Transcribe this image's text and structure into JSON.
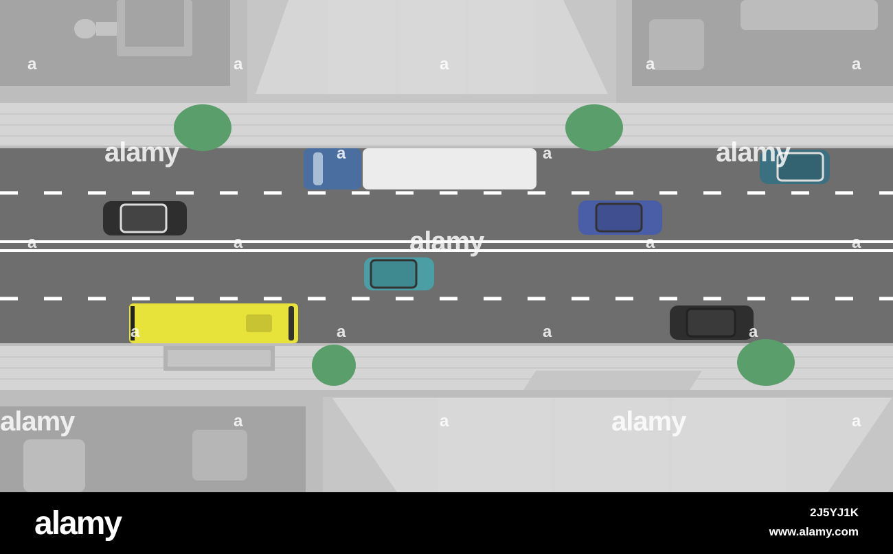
{
  "scene": {
    "description_icons": [
      "road-icon",
      "car-icon",
      "bus-icon",
      "truck-icon",
      "tree-icon",
      "building-icon"
    ],
    "colors": {
      "road": "#6e6e6e",
      "lane_marking": "#ffffff",
      "sidewalk": "#d3d3d3",
      "building_roof": "#b8b8b8",
      "tree": "#5a9e6b",
      "bus": "#e8e33a",
      "truck_cab": "#4a6ea0",
      "car_black": "#2e2e2e",
      "car_blue": "#4a5ea8",
      "car_teal": "#4a9ea4",
      "car_dark_teal": "#3a7080"
    }
  },
  "watermark": {
    "text": "alamy",
    "small_text": "a"
  },
  "footer": {
    "logo": "alamy",
    "image_id": "2J5YJ1K",
    "url": "www.alamy.com"
  }
}
